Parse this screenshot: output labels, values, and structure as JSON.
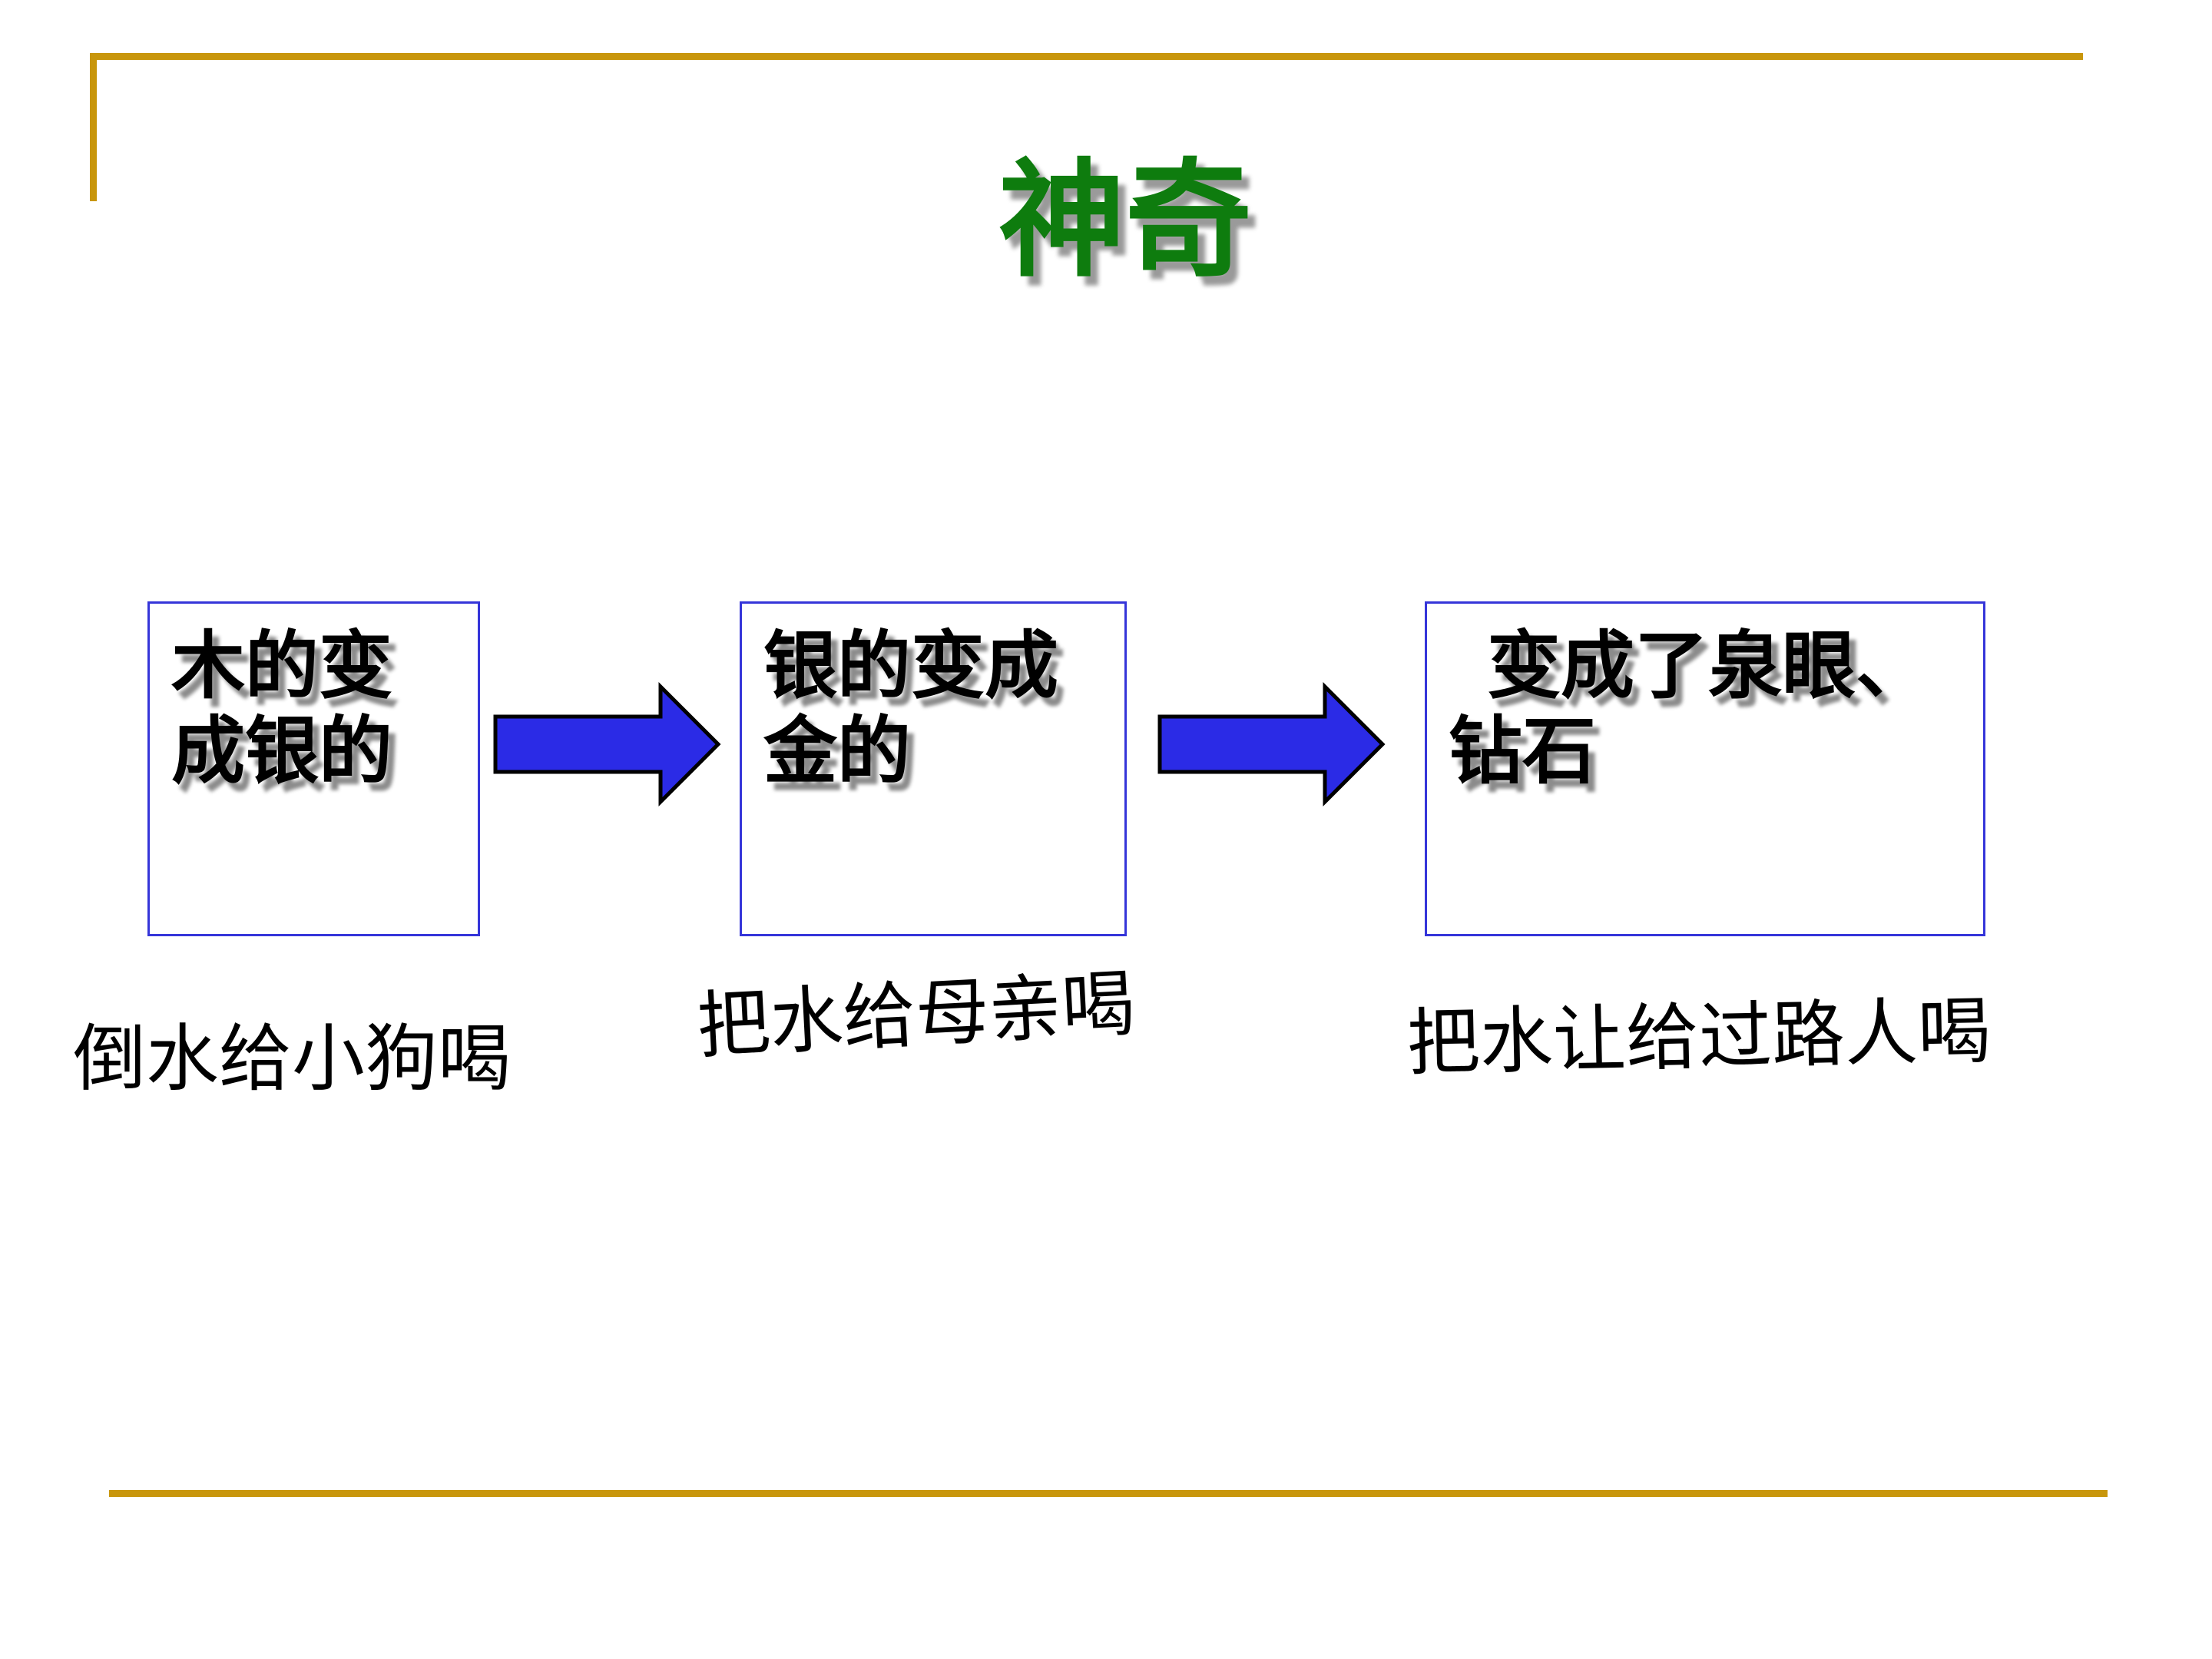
{
  "slide": {
    "title": "神奇"
  },
  "boxes": [
    {
      "line1": "木的变",
      "line2": "成银的"
    },
    {
      "line1": "银的变成",
      "line2": "金的"
    },
    {
      "line1": "变成了泉眼、",
      "line2": "钻石"
    }
  ],
  "captions": [
    {
      "text": "倒水给小狗喝"
    },
    {
      "text": "把水给母亲喝"
    },
    {
      "text": "把水让给过路人喝"
    }
  ],
  "colors": {
    "gold": "#C8960C",
    "boxBorder": "#3535D9",
    "arrowFill": "#2B2BE6",
    "titleGreen": "#0E7C0E",
    "ink": "#000000",
    "shadow": "#8C8C8C"
  }
}
